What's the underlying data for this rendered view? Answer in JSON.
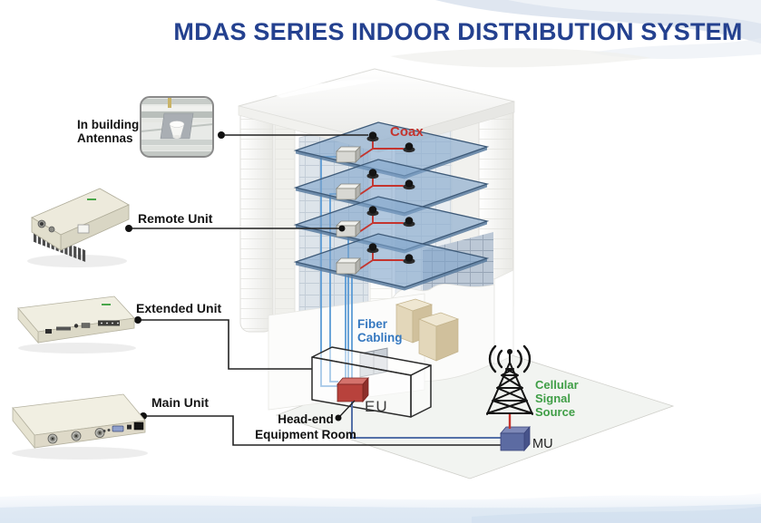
{
  "title": "MDAS SERIES INDOOR DISTRIBUTION SYSTEM",
  "equipment_labels": {
    "antennas_line1": "In building",
    "antennas_line2": "Antennas",
    "remote_unit": "Remote Unit",
    "extended_unit": "Extended Unit",
    "main_unit": "Main Unit"
  },
  "diagram_labels": {
    "coax": "Coax",
    "fiber_line1": "Fiber",
    "fiber_line2": "Cabling",
    "eu": "EU",
    "headend_line1": "Head-end",
    "headend_line2": "Equipment Room",
    "mu": "MU",
    "cellular_line1": "Cellular",
    "cellular_line2": "Signal",
    "cellular_line3": "Source"
  },
  "colors": {
    "title_blue": "#24418f",
    "coax_red": "#c4342e",
    "fiber_line_blue": "#5b9bd5",
    "fiber_label_blue": "#3679c0",
    "cellular_green": "#3f9e46",
    "floor_plate_blue": "#7fa3c9",
    "eu_box_red": "#b8423c",
    "mu_box_blue": "#5c6ba2"
  }
}
